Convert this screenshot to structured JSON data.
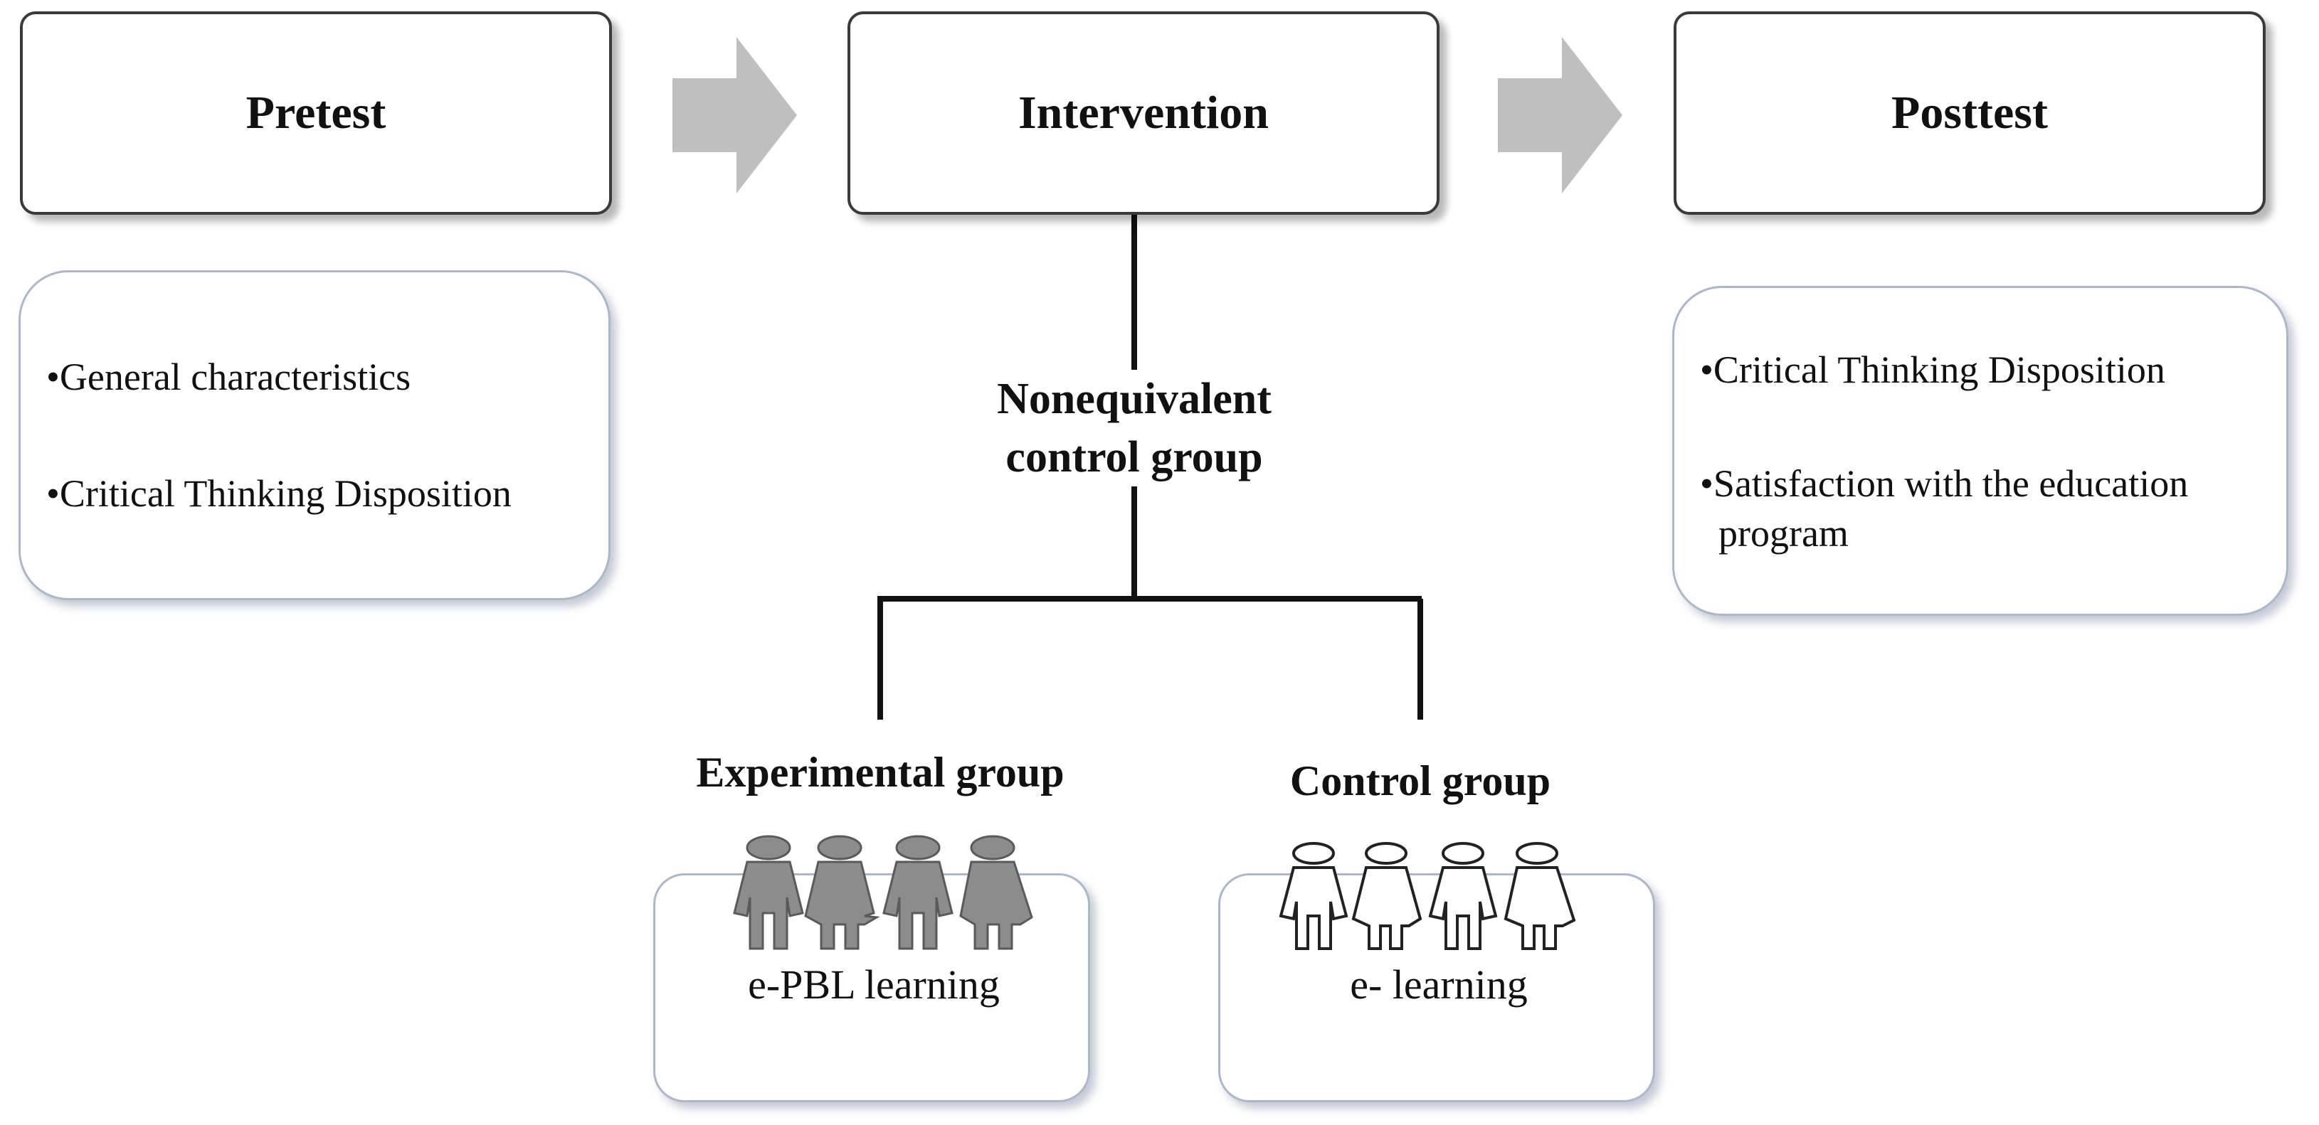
{
  "stages": {
    "pretest": "Pretest",
    "intervention": "Intervention",
    "posttest": "Posttest"
  },
  "pretest_items": [
    "General characteristics",
    "Critical Thinking Disposition"
  ],
  "posttest_items": [
    "Critical Thinking Disposition",
    "Satisfaction with the education",
    "program"
  ],
  "design": {
    "line1": "Nonequivalent",
    "line2": "control group"
  },
  "groups": {
    "experimental": {
      "label": "Experimental group",
      "learning": "e-PBL learning"
    },
    "control": {
      "label": "Control group",
      "learning": "e- learning"
    }
  },
  "colors": {
    "arrow": "#bfbfbf",
    "people_filled": "#8c8c8c",
    "people_outline": "#ffffff"
  },
  "bullet_glyph": "•"
}
